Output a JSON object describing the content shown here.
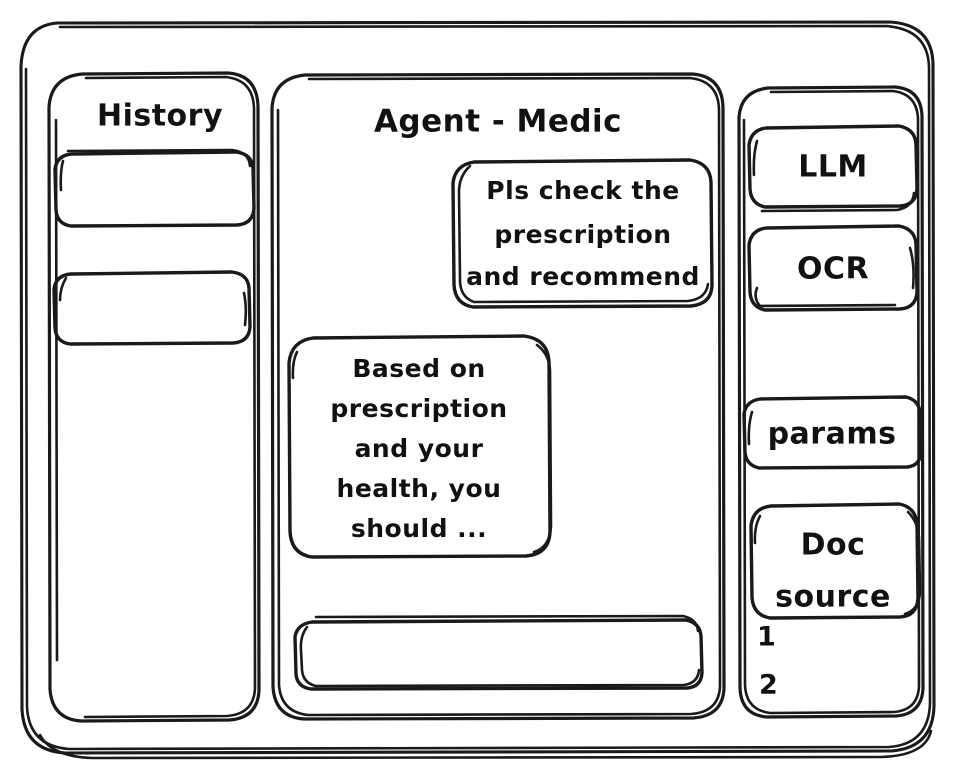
{
  "app": {
    "frame_label": "app-window",
    "background": "#ffffff",
    "ink_color": "#1a1a1a",
    "style": "hand-drawn-wireframe"
  },
  "sidebar_left": {
    "title": "History",
    "items": [
      {
        "label": "",
        "name": "history-item-1"
      },
      {
        "label": "",
        "name": "history-item-2"
      }
    ]
  },
  "main": {
    "title": "Agent - Medic",
    "messages": [
      {
        "role": "user",
        "name": "user-message-bubble",
        "lines": [
          "Pls check the",
          "prescription",
          "and recommend"
        ]
      },
      {
        "role": "agent",
        "name": "agent-message-bubble",
        "lines": [
          "Based on",
          "prescription",
          "and your",
          "health, you",
          "should ..."
        ]
      }
    ],
    "composer": {
      "value": "",
      "placeholder": ""
    }
  },
  "sidebar_right": {
    "tools": [
      {
        "label": "LLM",
        "name": "tool-chip-llm"
      },
      {
        "label": "OCR",
        "name": "tool-chip-ocr"
      }
    ],
    "settings": [
      {
        "label": "params",
        "name": "settings-chip-params"
      }
    ],
    "doc_source": {
      "lines": [
        "Doc",
        "source"
      ],
      "entries": [
        "1",
        "2"
      ]
    }
  }
}
